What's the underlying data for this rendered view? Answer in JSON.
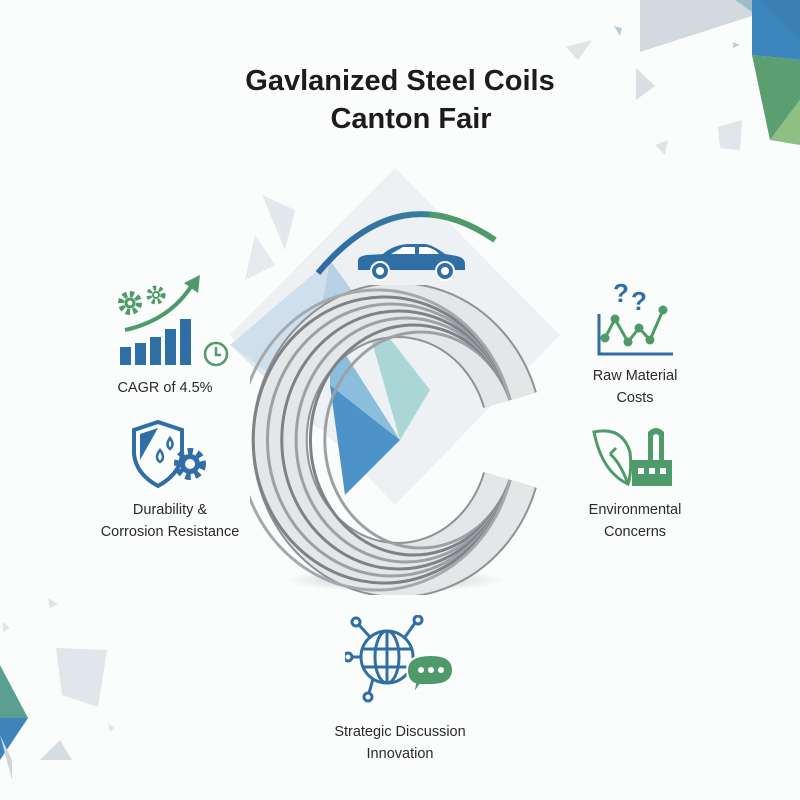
{
  "title": {
    "line1": "Gavlanized Steel Coils",
    "line2": "Canton Fair"
  },
  "center": {
    "graphic": "galvanized-steel-coil",
    "top_icon": "car-icon",
    "arc_colors": [
      "#2f6fa6",
      "#4e9a68"
    ]
  },
  "features": {
    "cagr": {
      "icon": "growth-chart-icon",
      "label": "CAGR of 4.5%"
    },
    "durability": {
      "icon": "shield-gear-icon",
      "line1": "Durability &",
      "line2": "Corrosion Resistance"
    },
    "raw_material": {
      "icon": "volatile-chart-icon",
      "line1": "Raw Material",
      "line2": "Costs"
    },
    "environmental": {
      "icon": "leaf-factory-icon",
      "line1": "Environmental",
      "line2": "Concerns"
    },
    "strategic": {
      "icon": "globe-chat-icon",
      "line1": "Strategic Discussion",
      "line2": "Innovation"
    }
  },
  "colors": {
    "blue": "#2f6fa6",
    "green": "#4e9a68",
    "steel": "#b8bcc0",
    "background": "#fbfcfc"
  }
}
